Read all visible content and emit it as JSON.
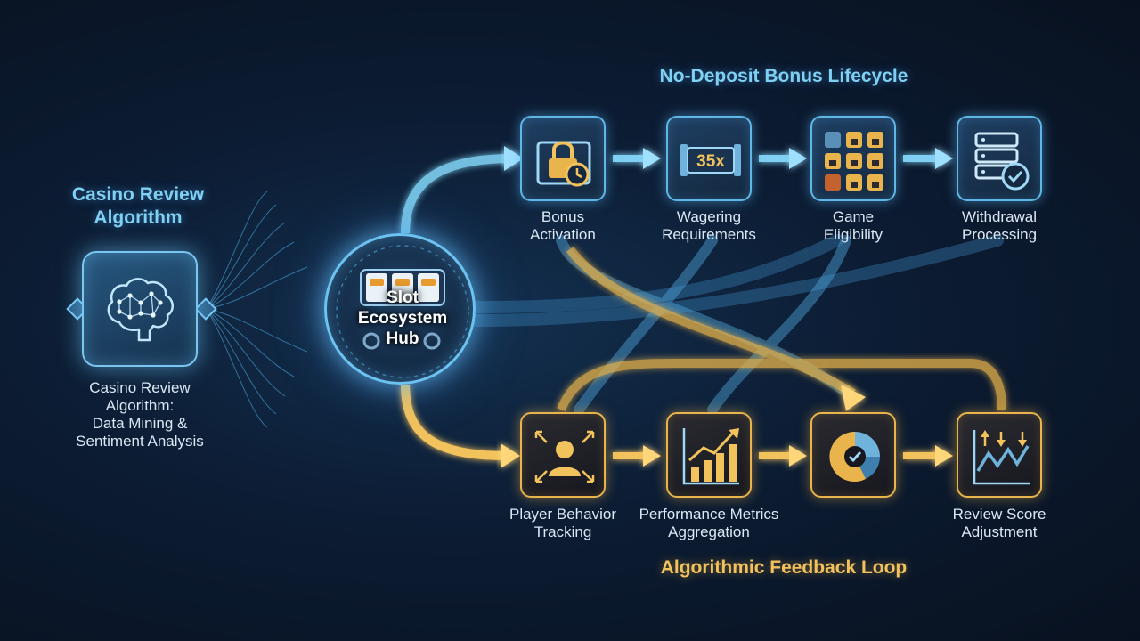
{
  "colors": {
    "blue_accent": "#5fb7e8",
    "gold_accent": "#e9b44c",
    "background": "#0c1c33",
    "blue_title": "#7fd0f2",
    "gold_title": "#f2c25c"
  },
  "titles": {
    "lifecycle": "No-Deposit Bonus Lifecycle",
    "feedback": "Algorithmic Feedback Loop",
    "algorithm": "Casino Review Algorithm"
  },
  "algorithm_node": {
    "icon": "brain-network-icon",
    "label_lines": [
      "Casino Review",
      "Algorithm:",
      "Data Mining &",
      "Sentiment Analysis"
    ]
  },
  "hub": {
    "icon": "slot-machine-reels-icon",
    "label_lines": [
      "Slot",
      "Ecosystem",
      "Hub"
    ]
  },
  "lifecycle_steps": [
    {
      "icon": "lock-clock-icon",
      "icon_text": "",
      "label_lines": [
        "Bonus",
        "Activation"
      ]
    },
    {
      "icon": "wagering-multiplier-icon",
      "icon_text": "35x",
      "label_lines": [
        "Wagering",
        "Requirements"
      ]
    },
    {
      "icon": "game-grid-locks-icon",
      "icon_text": "",
      "label_lines": [
        "Game",
        "Eligibility"
      ]
    },
    {
      "icon": "server-check-icon",
      "icon_text": "",
      "label_lines": [
        "Withdrawal",
        "Processing"
      ]
    }
  ],
  "feedback_steps": [
    {
      "icon": "player-tracking-icon",
      "label_lines": [
        "Player Behavior",
        "Tracking"
      ]
    },
    {
      "icon": "bar-chart-growth-icon",
      "label_lines": [
        "Performance Metrics",
        "Aggregation"
      ]
    },
    {
      "icon": "pie-chart-check-icon",
      "label_lines": [
        "",
        ""
      ]
    },
    {
      "icon": "trend-line-arrows-icon",
      "label_lines": [
        "Review Score",
        "Adjustment"
      ]
    }
  ]
}
